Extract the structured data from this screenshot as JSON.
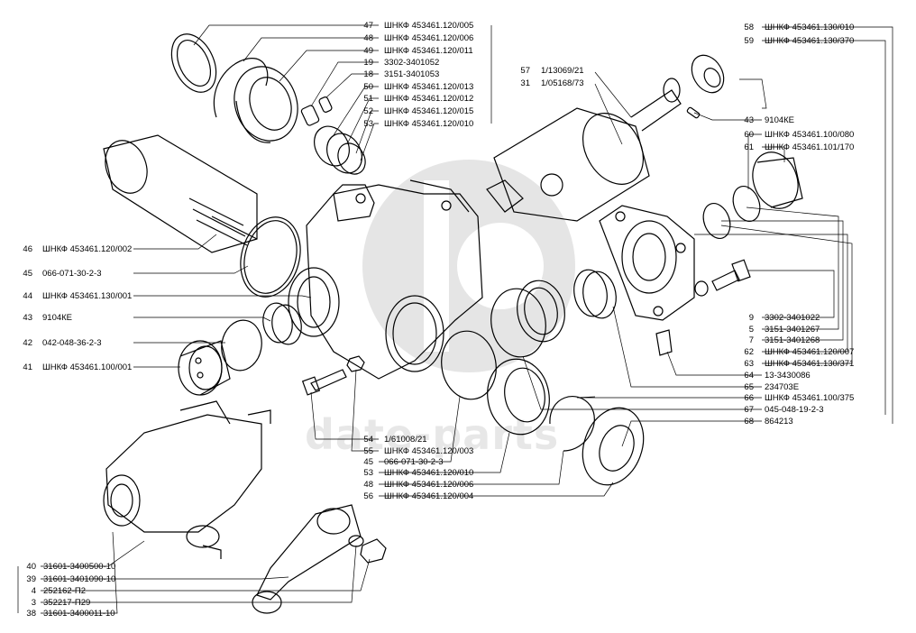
{
  "watermark": {
    "logo_text": "dP",
    "text": "date-parts"
  },
  "callouts": {
    "top_center": [
      {
        "num": "47",
        "code": "ШНКФ 453461.120/005"
      },
      {
        "num": "48",
        "code": "ШНКФ 453461.120/006"
      },
      {
        "num": "49",
        "code": "ШНКФ 453461.120/011"
      },
      {
        "num": "19",
        "code": "3302-3401052"
      },
      {
        "num": "18",
        "code": "3151-3401053"
      },
      {
        "num": "50",
        "code": "ШНКФ 453461.120/013"
      },
      {
        "num": "51",
        "code": "ШНКФ 453461.120/012"
      },
      {
        "num": "52",
        "code": "ШНКФ 453461.120/015"
      },
      {
        "num": "53",
        "code": "ШНКФ 453461.120/010"
      }
    ],
    "mid_center": [
      {
        "num": "57",
        "code": "1/13069/21"
      },
      {
        "num": "31",
        "code": "1/05168/73"
      }
    ],
    "top_right": [
      {
        "num": "58",
        "code": "ШНКФ 453461.130/010"
      },
      {
        "num": "59",
        "code": "ШНКФ 453461.130/370"
      }
    ],
    "right_upper": [
      {
        "num": "43",
        "code": "9104КЕ"
      },
      {
        "num": "60",
        "code": "ШНКФ 453461.100/080"
      },
      {
        "num": "61",
        "code": "ШНКФ 453461.101/170"
      }
    ],
    "right_lower": [
      {
        "num": "9",
        "code": "3302-3401022"
      },
      {
        "num": "5",
        "code": "3151-3401267"
      },
      {
        "num": "7",
        "code": "3151-3401268"
      },
      {
        "num": "62",
        "code": "ШНКФ 453461.120/007"
      },
      {
        "num": "63",
        "code": "ШНКФ 453461.130/371"
      },
      {
        "num": "64",
        "code": "13-3430086"
      },
      {
        "num": "65",
        "code": "234703Е"
      },
      {
        "num": "66",
        "code": "ШНКФ 453461.100/375"
      },
      {
        "num": "67",
        "code": "045-048-19-2-3"
      },
      {
        "num": "68",
        "code": "864213"
      }
    ],
    "left": [
      {
        "num": "46",
        "code": "ШНКФ 453461.120/002"
      },
      {
        "num": "45",
        "code": "066-071-30-2-3"
      },
      {
        "num": "44",
        "code": "ШНКФ 453461.130/001"
      },
      {
        "num": "43",
        "code": "9104КЕ"
      },
      {
        "num": "42",
        "code": "042-048-36-2-3"
      },
      {
        "num": "41",
        "code": "ШНКФ 453461.100/001"
      }
    ],
    "bottom_center": [
      {
        "num": "54",
        "code": "1/61008/21"
      },
      {
        "num": "55",
        "code": "ШНКФ 453461.120/003"
      },
      {
        "num": "45",
        "code": "066-071-30-2-3"
      },
      {
        "num": "53",
        "code": "ШНКФ 453461.120/010"
      },
      {
        "num": "48",
        "code": "ШНКФ 453461.120/006"
      },
      {
        "num": "56",
        "code": "ШНКФ 453461.120/004"
      }
    ],
    "bottom_left": [
      {
        "num": "40",
        "code": "31601-3400500-10"
      },
      {
        "num": "39",
        "code": "31601-3401090-10"
      },
      {
        "num": "4",
        "code": "252162-П2"
      },
      {
        "num": "3",
        "code": "352217-П29"
      },
      {
        "num": "38",
        "code": "31601-3400011-10"
      }
    ]
  }
}
